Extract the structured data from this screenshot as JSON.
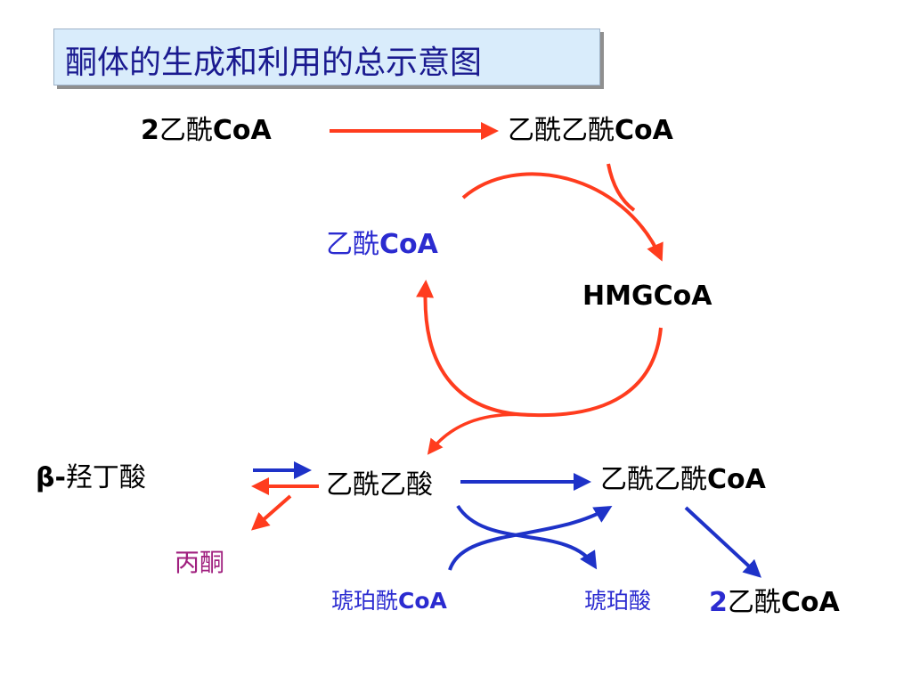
{
  "title": "酮体的生成和利用的总示意图",
  "labels": {
    "acetyl_coa_2_top": {
      "prefix": "2",
      "name": "乙酰",
      "suffix": "CoA"
    },
    "acetoacetyl_coa_top": {
      "name": "乙酰乙酰",
      "suffix": "CoA"
    },
    "acetyl_coa_cycle": {
      "name": "乙酰",
      "suffix": "CoA"
    },
    "hmg_coa": "HMGCoA",
    "beta_hydroxybutyrate": {
      "prefix": "β-",
      "name": "羟丁酸"
    },
    "acetoacetate": "乙酰乙酸",
    "acetoacetyl_coa_bottom": {
      "name": "乙酰乙酰",
      "suffix": "CoA"
    },
    "acetone": "丙酮",
    "succinyl_coa": {
      "name": "琥珀酰",
      "suffix": "CoA"
    },
    "succinate": "琥珀酸",
    "acetyl_coa_2_bottom": {
      "prefix": "2",
      "name": "乙酰",
      "suffix": "CoA"
    }
  },
  "colors": {
    "title_bg": "#d9ecfb",
    "title_text": "#1a1a90",
    "red_arrow": "#ff3c1e",
    "blue_arrow": "#1e32c8",
    "label_blue": "#2b2bd0",
    "label_magenta": "#a0207f"
  }
}
